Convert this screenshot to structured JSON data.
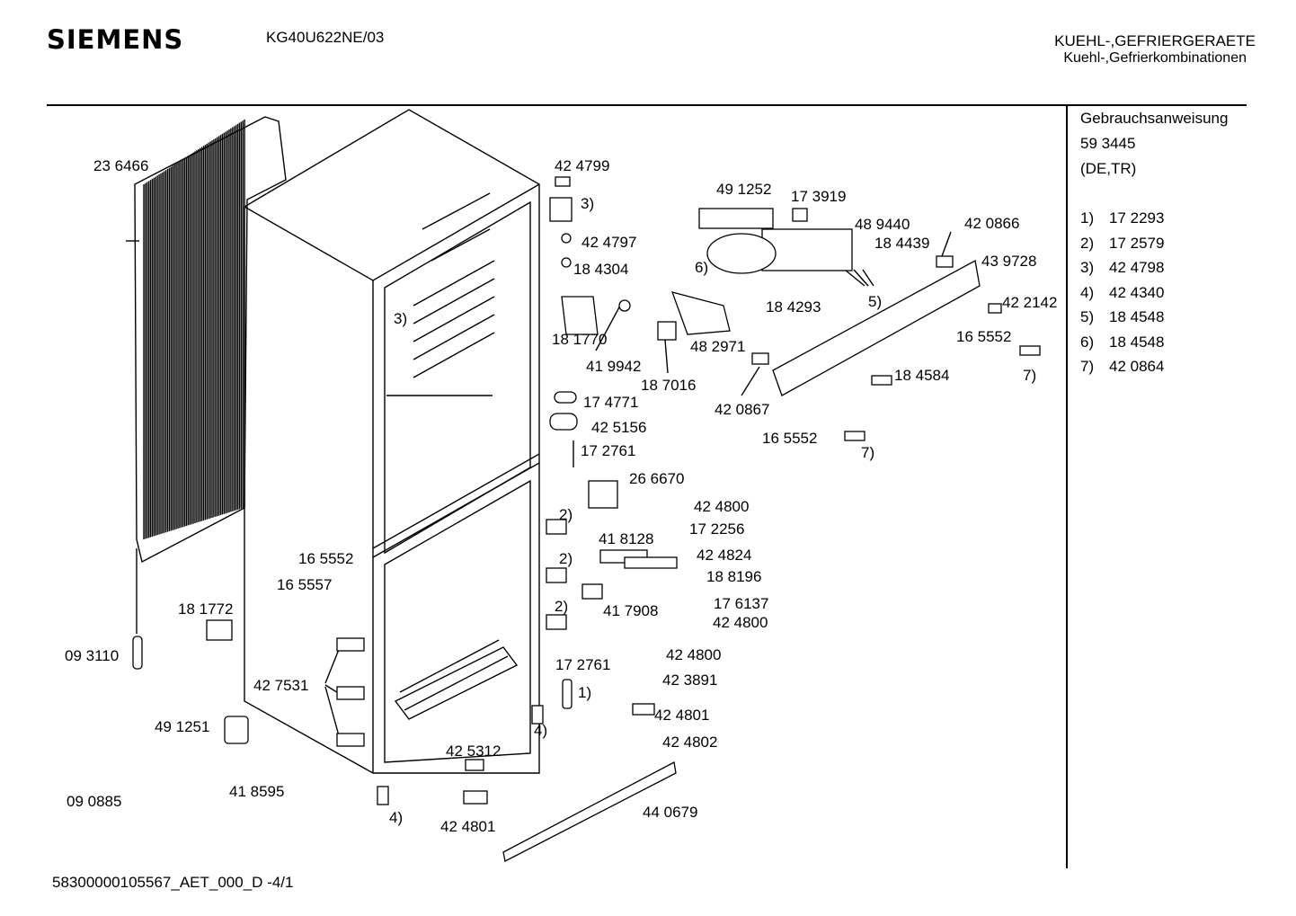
{
  "header": {
    "brand": "SIEMENS",
    "model": "KG40U622NE/03",
    "category_line1": "KUEHL-,GEFRIERGERAETE",
    "category_line2": "Kuehl-,Gefrierkombinationen"
  },
  "side_panel": {
    "manual_label": "Gebrauchsanweisung",
    "manual_number": "59 3445",
    "manual_languages": "(DE,TR)",
    "notes": [
      {
        "key": "1)",
        "part": "17 2293"
      },
      {
        "key": "2)",
        "part": "17 2579"
      },
      {
        "key": "3)",
        "part": "42 4798"
      },
      {
        "key": "4)",
        "part": "42 4340"
      },
      {
        "key": "5)",
        "part": "18 4548"
      },
      {
        "key": "6)",
        "part": "18 4548"
      },
      {
        "key": "7)",
        "part": "42 0864"
      }
    ]
  },
  "footer": {
    "doc_code": "58300000105567_AET_000_D  -4/1"
  },
  "callouts": [
    "23 6466",
    "09 3110",
    "18 1772",
    "16 5552",
    "16 5557",
    "42 7531",
    "49 1251",
    "09 0885",
    "41 8595",
    "42 4799",
    "3)",
    "42 4797",
    "18 4304",
    "3)",
    "18 1770",
    "41 9942",
    "18 7016",
    "48 2971",
    "49 1252",
    "17 3919",
    "6)",
    "48 9440",
    "18 4439",
    "42 0866",
    "43 9728",
    "18 4293",
    "5)",
    "42 2142",
    "16 5552",
    "42 0867",
    "18 4584",
    "7)",
    "16 5552",
    "7)",
    "17 4771",
    "42 5156",
    "17 2761",
    "26 6670",
    "42 4800",
    "17 2256",
    "42 4824",
    "18 8196",
    "17 6137",
    "42 4800",
    "41 8128",
    "41 7908",
    "2)",
    "2)",
    "2)",
    "42 4800",
    "42 3891",
    "17 2761",
    "1)",
    "4)",
    "42 4801",
    "42 4802",
    "42 5312",
    "42 4801",
    "4)",
    "44 0679"
  ]
}
